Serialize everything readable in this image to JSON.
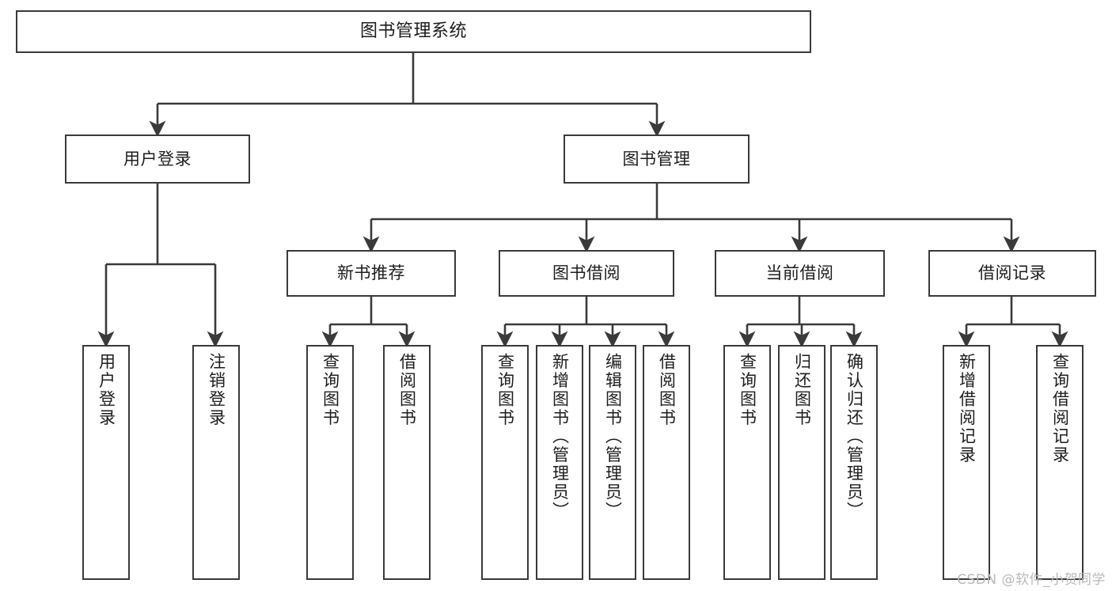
{
  "diagram": {
    "title": "图书管理系统",
    "type": "tree-hierarchy-diagram",
    "root": {
      "id": "root",
      "label": "图书管理系统"
    },
    "level1": [
      {
        "id": "user-login",
        "label": "用户登录"
      },
      {
        "id": "book-management",
        "label": "图书管理"
      }
    ],
    "level2": [
      {
        "id": "new-book-recommend",
        "label": "新书推荐"
      },
      {
        "id": "book-borrow",
        "label": "图书借阅"
      },
      {
        "id": "current-borrow",
        "label": "当前借阅"
      },
      {
        "id": "borrow-record",
        "label": "借阅记录"
      }
    ],
    "leaves": {
      "user_login": [
        {
          "id": "leaf-user-login",
          "label": "用户登录"
        },
        {
          "id": "leaf-logout",
          "label": "注销登录"
        }
      ],
      "new_book_recommend": [
        {
          "id": "leaf-query-book-1",
          "label": "查询图书"
        },
        {
          "id": "leaf-borrow-book-1",
          "label": "借阅图书"
        }
      ],
      "book_borrow": [
        {
          "id": "leaf-query-book-2",
          "label": "查询图书"
        },
        {
          "id": "leaf-add-book",
          "label": "新增图书（管理员）"
        },
        {
          "id": "leaf-edit-book",
          "label": "编辑图书（管理员）"
        },
        {
          "id": "leaf-borrow-book-2",
          "label": "借阅图书"
        }
      ],
      "current_borrow": [
        {
          "id": "leaf-query-book-3",
          "label": "查询图书"
        },
        {
          "id": "leaf-return-book",
          "label": "归还图书"
        },
        {
          "id": "leaf-confirm-return",
          "label": "确认归还（管理员）"
        }
      ],
      "borrow_record": [
        {
          "id": "leaf-add-record",
          "label": "新增借阅记录"
        },
        {
          "id": "leaf-query-record",
          "label": "查询借阅记录"
        }
      ]
    },
    "watermark": "CSDN @软件_小贺同学",
    "colors": {
      "box_border": "#3a3a3c",
      "box_fill": "#ffffff",
      "connector": "#3a3a3c",
      "text": "#1d1d1f",
      "watermark": "#b9b9bb",
      "background": "#ffffff"
    }
  }
}
